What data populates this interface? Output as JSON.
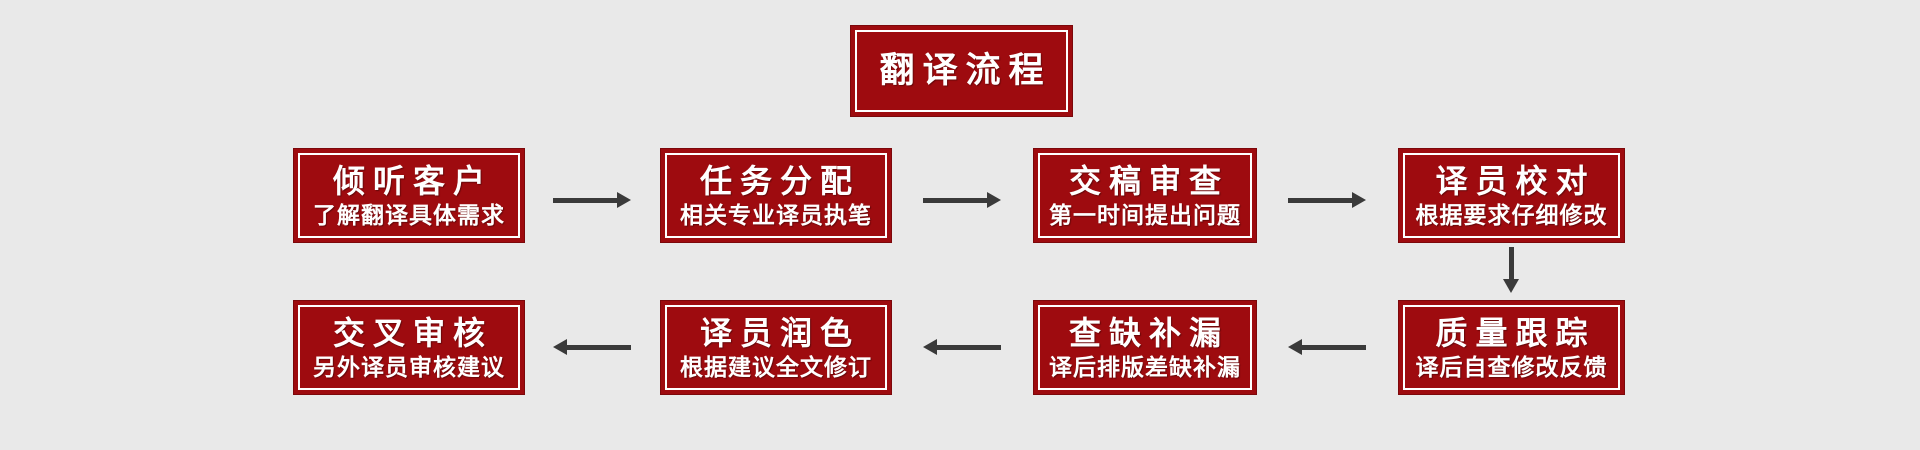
{
  "title": {
    "label": "翻译流程"
  },
  "steps": {
    "row1": [
      {
        "title": "倾听客户",
        "subtitle": "了解翻译具体需求"
      },
      {
        "title": "任务分配",
        "subtitle": "相关专业译员执笔"
      },
      {
        "title": "交稿审查",
        "subtitle": "第一时间提出问题"
      },
      {
        "title": "译员校对",
        "subtitle": "根据要求仔细修改"
      }
    ],
    "row2": [
      {
        "title": "交叉审核",
        "subtitle": "另外译员审核建议"
      },
      {
        "title": "译员润色",
        "subtitle": "根据建议全文修订"
      },
      {
        "title": "查缺补漏",
        "subtitle": "译后排版差缺补漏"
      },
      {
        "title": "质量跟踪",
        "subtitle": "译后自查修改反馈"
      }
    ]
  },
  "flow_order": "row1 left-to-right, down, row2 right-to-left",
  "colors": {
    "box_red": "#9e0b0f",
    "box_inner_line": "#ffffff",
    "arrow_gray": "#3a3a3a",
    "background": "#e9e9e9",
    "text": "#ffffff"
  }
}
